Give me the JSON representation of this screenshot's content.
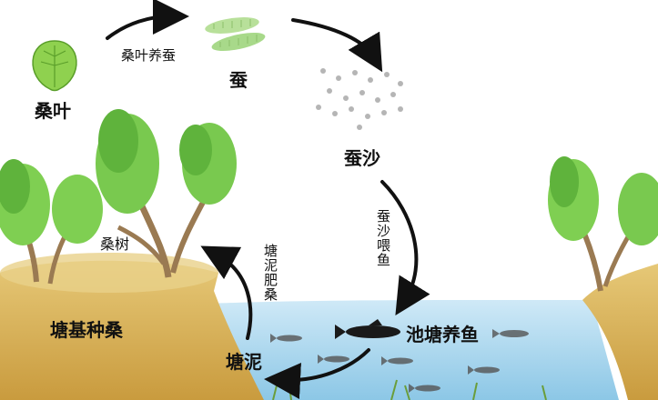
{
  "labels": {
    "mulberry_leaf": "桑叶",
    "leaf_to_silkworm": "桑叶养蚕",
    "silkworm": "蚕",
    "silkworm_droppings": "蚕沙",
    "droppings_feed_fish": "蚕沙喂鱼",
    "pond_fish": "池塘养鱼",
    "pond_mud": "塘泥",
    "mud_fertilizes": "塘泥肥桑",
    "mulberry_tree": "桑树",
    "dike_mulberry": "塘基种桑"
  },
  "colors": {
    "water": "#a9d6ef",
    "bank": "#d9b45c",
    "leaf_green": "#6cc24a",
    "trunk": "#9a7a52",
    "arrow": "#111111"
  }
}
